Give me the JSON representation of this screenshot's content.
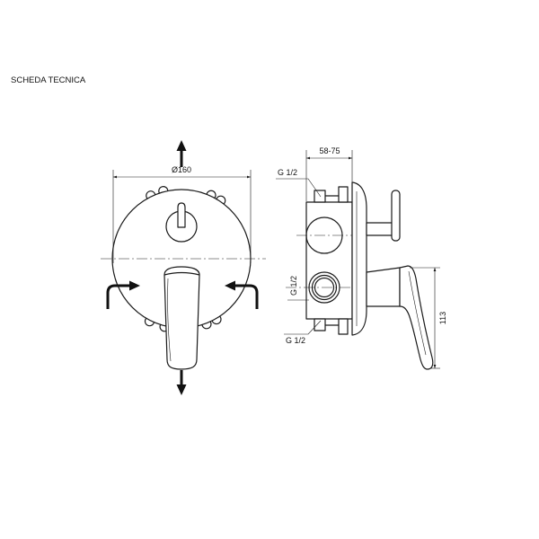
{
  "header": {
    "title": "SCHEDA TECNICA"
  },
  "front_view": {
    "diameter_label": "Ø160"
  },
  "side_view": {
    "depth_label": "58-75",
    "connection_top_label": "G 1/2",
    "connection_middle_label": "G 1/2",
    "connection_bottom_label": "G 1/2",
    "height_label": "113"
  },
  "colors": {
    "line": "#1a1a1a",
    "background": "#ffffff"
  }
}
